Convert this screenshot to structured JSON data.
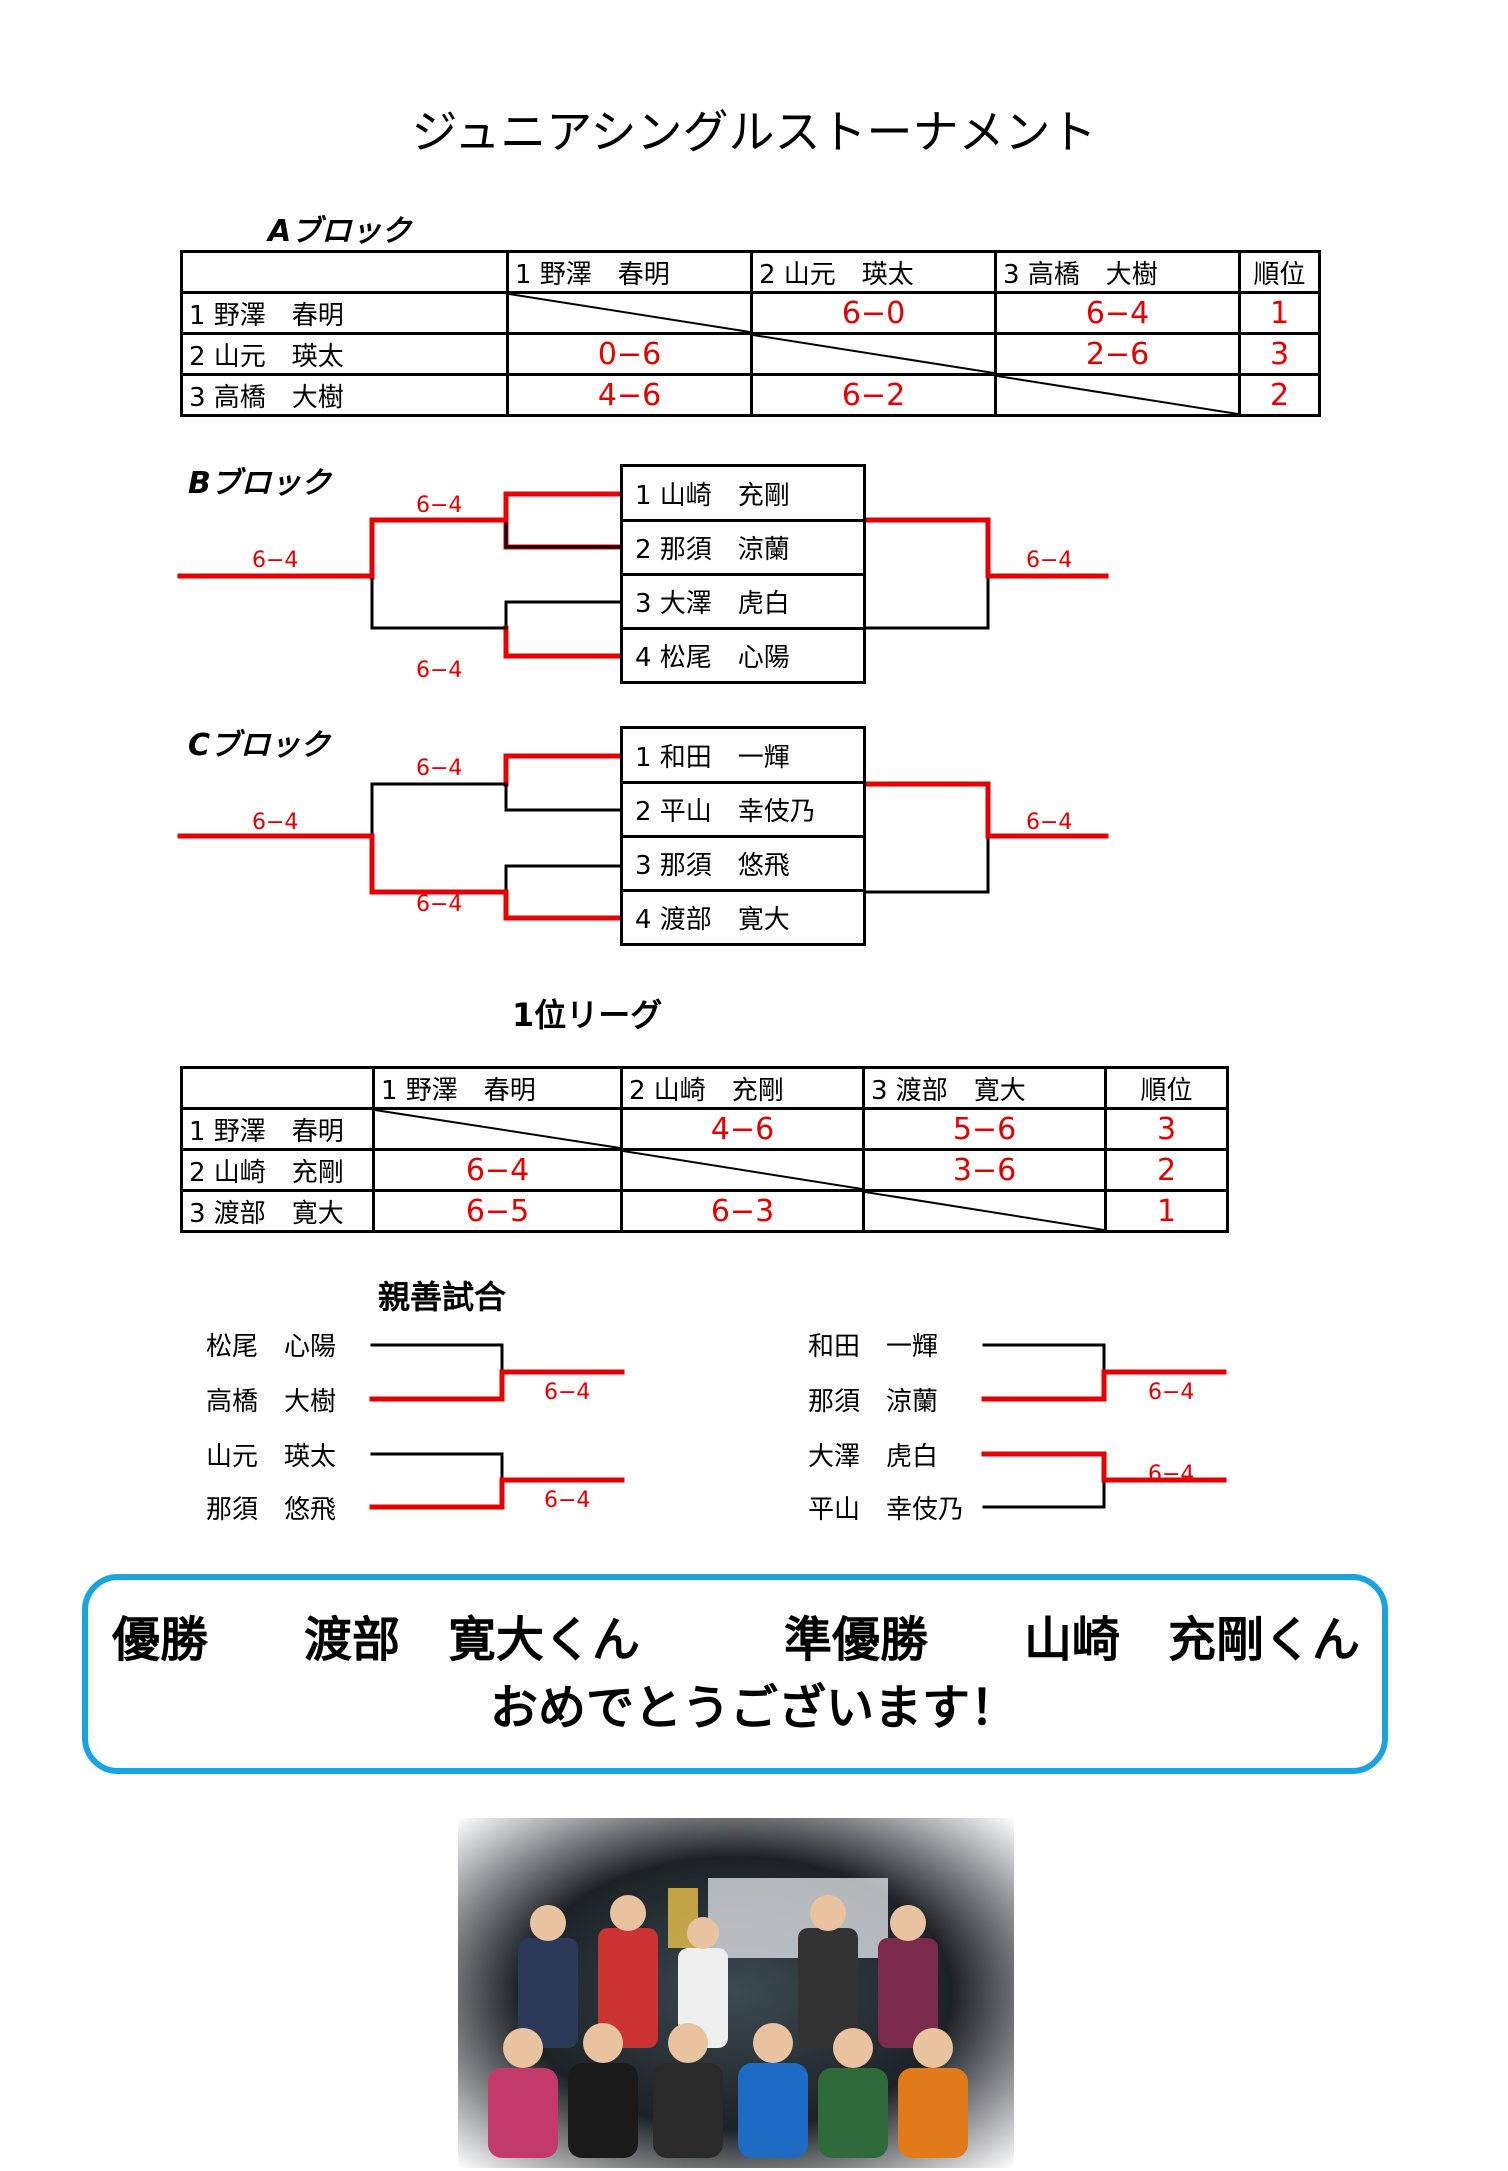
{
  "title": "ジュニアシングルストーナメント",
  "blockA": {
    "label": "Aブロック",
    "headers": [
      "",
      "1 野澤　春明",
      "2 山元　瑛太",
      "3 高橋　大樹",
      "順位"
    ],
    "rows": [
      {
        "name": "1 野澤　春明",
        "scores": [
          "",
          "6−0",
          "6−4"
        ],
        "rank": "1"
      },
      {
        "name": "2 山元　瑛太",
        "scores": [
          "0−6",
          "",
          "2−6"
        ],
        "rank": "3"
      },
      {
        "name": "3 高橋　大樹",
        "scores": [
          "4−6",
          "6−2",
          ""
        ],
        "rank": "2"
      }
    ]
  },
  "blockB": {
    "label": "Bブロック",
    "players": [
      "1 山崎　充剛",
      "2 那須　涼蘭",
      "3 大澤　虎白",
      "4 松尾　心陽"
    ],
    "scores": [
      "6−4",
      "6−4",
      "6−4",
      "6−4"
    ]
  },
  "blockC": {
    "label": "Cブロック",
    "players": [
      "1 和田　一輝",
      "2 平山　幸伎乃",
      "3 那須　悠飛",
      "4 渡部　寛大"
    ],
    "scores": [
      "6−4",
      "6−4",
      "6−4",
      "6−4"
    ]
  },
  "league": {
    "label": "1位リーグ",
    "headers": [
      "",
      "1 野澤　春明",
      "2 山崎　充剛",
      "3 渡部　寛大",
      "順位"
    ],
    "rows": [
      {
        "name": "1 野澤　春明",
        "scores": [
          "",
          "4−6",
          "5−6"
        ],
        "rank": "3"
      },
      {
        "name": "2 山崎　充剛",
        "scores": [
          "6−4",
          "",
          "3−6"
        ],
        "rank": "2"
      },
      {
        "name": "3 渡部　寛大",
        "scores": [
          "6−5",
          "6−3",
          ""
        ],
        "rank": "1"
      }
    ]
  },
  "exhibition": {
    "label": "親善試合",
    "left": [
      "松尾　心陽",
      "高橋　大樹",
      "山元　瑛太",
      "那須　悠飛"
    ],
    "right": [
      "和田　一輝",
      "那須　涼蘭",
      "大澤　虎白",
      "平山　幸伎乃"
    ],
    "scores": [
      "6−4",
      "6−4",
      "6−4",
      "6−4"
    ]
  },
  "banner": {
    "line1": "優勝　　渡部　寛大くん　　　準優勝　　山崎　充剛くん",
    "line2": "おめでとうございます！"
  },
  "colors": {
    "accent": "#e60000",
    "banner_border": "#19a3e0"
  }
}
